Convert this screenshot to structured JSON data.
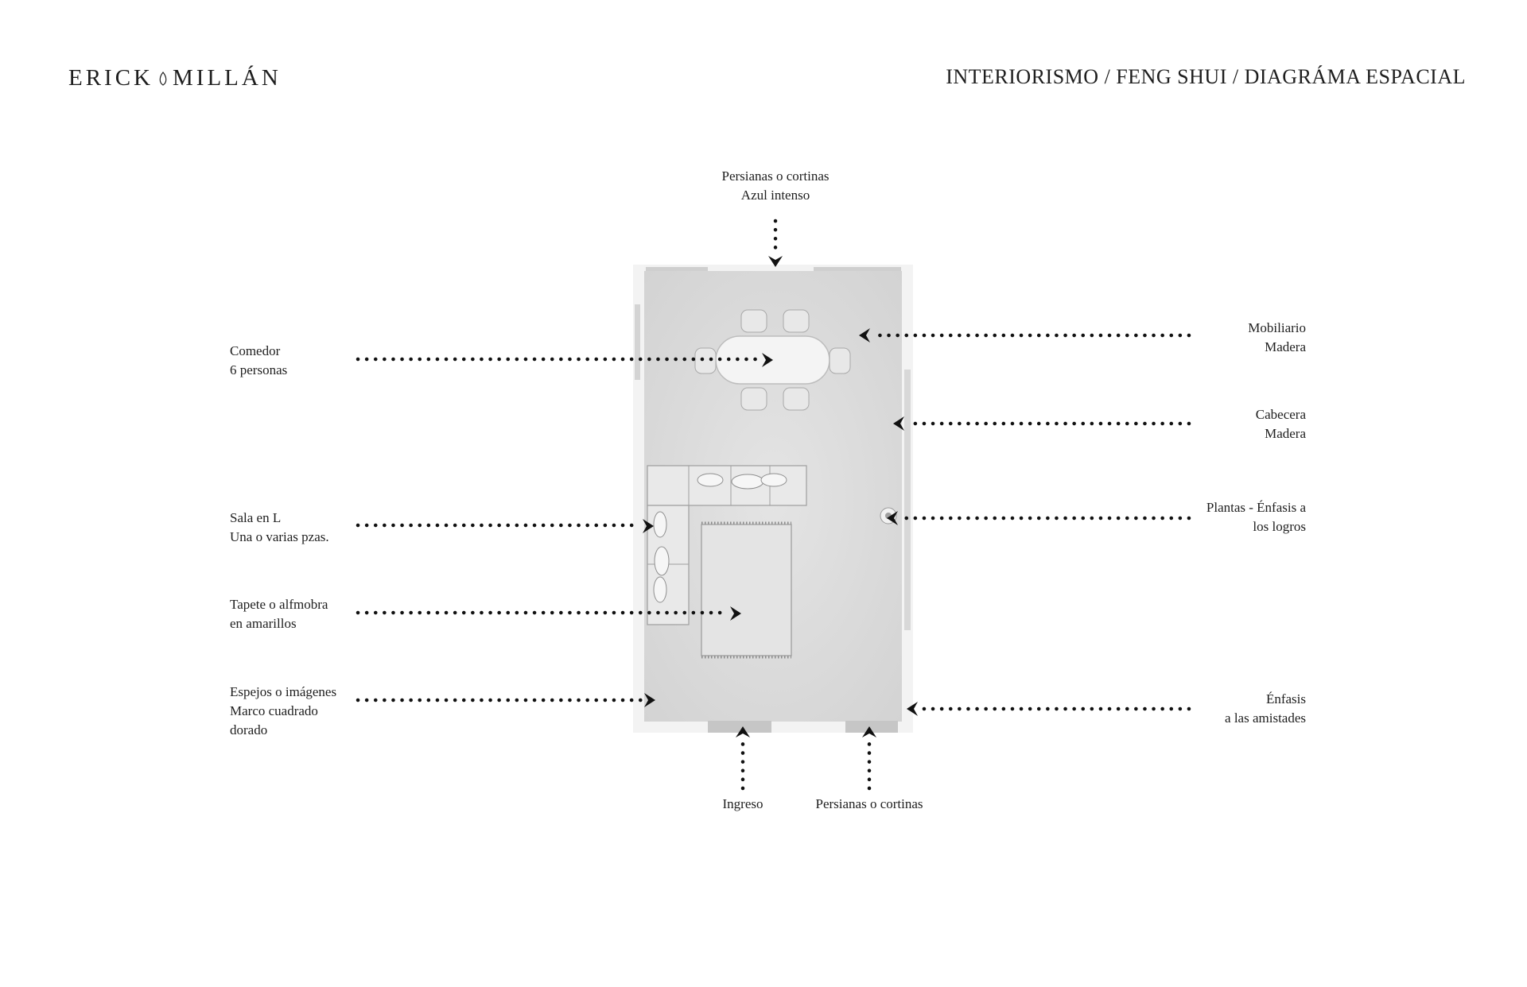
{
  "header": {
    "brand": "ERICK MILLÁN",
    "brand_left": "ERICK",
    "brand_right": "MILLÁN",
    "title": "INTERIORISMO / FENG SHUI / DIAGRÁMA ESPACIAL"
  },
  "labels": {
    "top": [
      "Persianas o cortinas",
      "Azul intenso"
    ],
    "comedor": [
      "Comedor",
      "6 personas"
    ],
    "sala": [
      "Sala en L",
      "Una o varias pzas."
    ],
    "tapete": [
      "Tapete o alfmobra",
      "en amarillos"
    ],
    "espejos": [
      "Espejos o imágenes",
      "Marco cuadrado",
      "dorado"
    ],
    "mobiliario": [
      "Mobiliario",
      "Madera"
    ],
    "cabecera": [
      "Cabecera",
      "Madera"
    ],
    "plantas": [
      "Plantas - Énfasis a",
      "los logros"
    ],
    "enfasis": [
      "Énfasis",
      "a las amistades"
    ],
    "ingreso": "Ingreso",
    "persianas_bottom": "Persianas o cortinas"
  },
  "colors": {
    "text": "#1e1e1e",
    "floor": "#dcdcdc",
    "wall": "#f0f0f0",
    "furniture": "#eaeaea",
    "arrow": "#111111"
  }
}
